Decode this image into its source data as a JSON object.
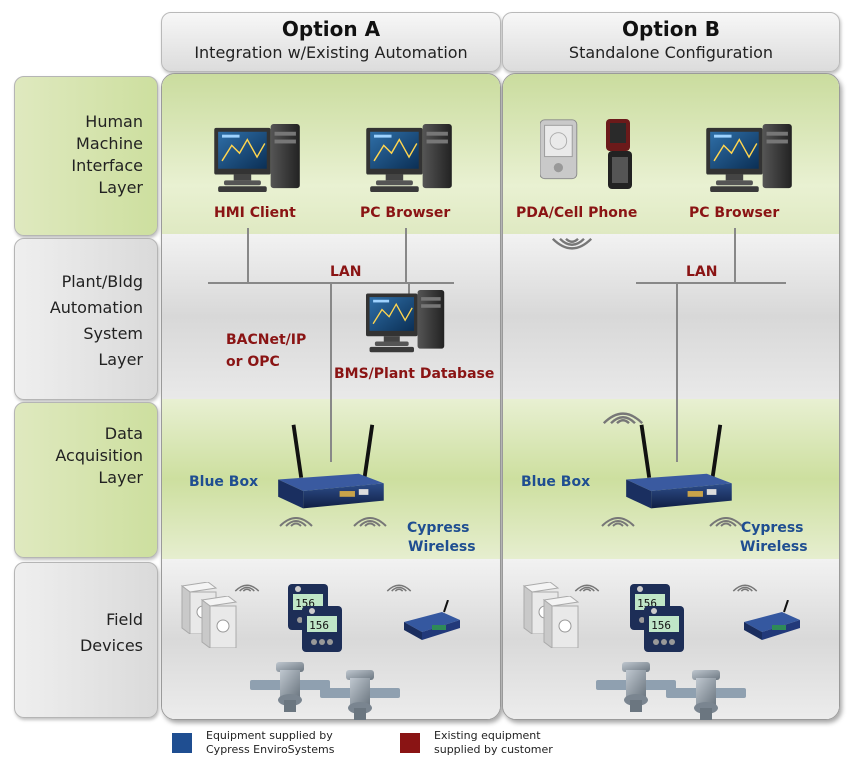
{
  "columns": [
    {
      "title": "Option A",
      "subtitle": "Integration w/Existing Automation"
    },
    {
      "title": "Option B",
      "subtitle": "Standalone Configuration"
    }
  ],
  "layers": [
    {
      "lines": [
        "Human",
        "Machine",
        "Interface",
        "Layer"
      ]
    },
    {
      "lines": [
        "Plant/Bldg",
        "Automation",
        "System",
        "Layer"
      ]
    },
    {
      "lines": [
        "Data",
        "Acquisition",
        "Layer"
      ]
    },
    {
      "lines": [
        "Field",
        "Devices"
      ]
    }
  ],
  "option_a": {
    "hmi_client": "HMI Client",
    "pc_browser": "PC Browser",
    "lan": "LAN",
    "protocol_1": "BACNet/IP",
    "protocol_2": "or OPC",
    "bms": "BMS/Plant Database",
    "blue_box": "Blue Box",
    "cypress_1": "Cypress",
    "cypress_2": "Wireless"
  },
  "option_b": {
    "pda": "PDA/Cell Phone",
    "pc_browser": "PC Browser",
    "lan": "LAN",
    "blue_box": "Blue Box",
    "cypress_1": "Cypress",
    "cypress_2": "Wireless"
  },
  "legend": [
    {
      "color": "#1f4e91",
      "line1": "Equipment supplied by",
      "line2": "Cypress EnviroSystems"
    },
    {
      "color": "#8a1414",
      "line1": "Existing equipment",
      "line2": "supplied by customer"
    }
  ],
  "colors": {
    "green": "#cddf9f",
    "gray": "#d9d9d9",
    "red": "#8a1414",
    "blue": "#1f4e91"
  },
  "icons": [
    "monitor-tower-icon",
    "pda-icon",
    "cell-phone-icon",
    "router-icon",
    "wireless-waves-icon",
    "enclosure-icon",
    "meter-icon",
    "sensor-board-icon",
    "flow-sensor-icon"
  ]
}
